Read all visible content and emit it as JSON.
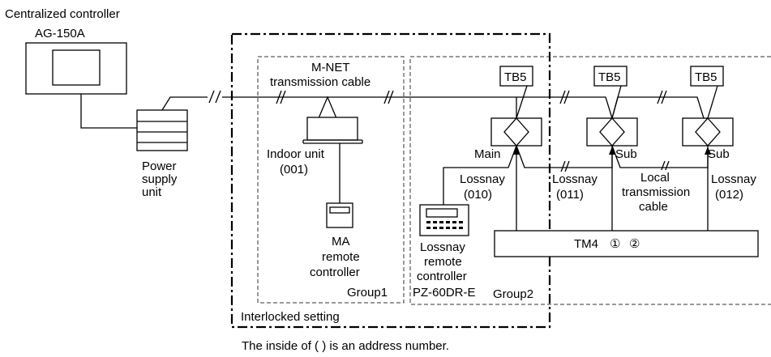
{
  "centralized_controller": {
    "title": "Centralized controller",
    "model": "AG-150A"
  },
  "power_supply": {
    "line1": "Power",
    "line2": "supply",
    "line3": "unit"
  },
  "mnet_cable": {
    "line1": "M-NET",
    "line2": "transmission cable"
  },
  "indoor_unit": {
    "line1": "Indoor unit",
    "line2": "(001)"
  },
  "ma_remote": {
    "line1": "MA",
    "line2": "remote",
    "line3": "controller"
  },
  "group1": "Group1",
  "group2": "Group2",
  "interlocked": "Interlocked setting",
  "tb5": [
    "TB5",
    "TB5",
    "TB5"
  ],
  "lossnay_units": [
    {
      "role": "Main",
      "name": "Lossnay",
      "address": "(010)"
    },
    {
      "role": "Sub",
      "name": "Lossnay",
      "address": "(011)"
    },
    {
      "role": "Sub",
      "name": "Lossnay",
      "address": "(012)"
    }
  ],
  "local_cable": {
    "line1": "Local",
    "line2": "transmission",
    "line3": "cable"
  },
  "lossnay_remote": {
    "line1": "Lossnay",
    "line2": "remote",
    "line3": "controller",
    "line4": "PZ-60DR-E"
  },
  "tm4": {
    "label": "TM4",
    "t1": "①",
    "t2": "②"
  },
  "footnote": "The inside of ( ) is an address number."
}
